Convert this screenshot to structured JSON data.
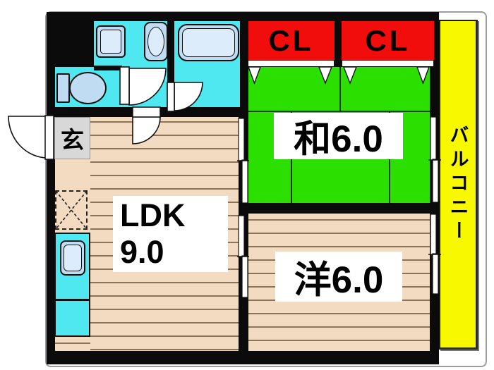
{
  "floorplan": {
    "rooms": {
      "japanese_room": {
        "label": "和6.0",
        "size_tatami": 6.0,
        "type": "tatami room"
      },
      "western_room": {
        "label": "洋6.0",
        "size_tatami": 6.0,
        "type": "western room"
      },
      "ldk": {
        "label_line1": "LDK",
        "label_line2": "9.0",
        "size_tatami": 9.0,
        "type": "living dining kitchen"
      },
      "entrance": {
        "label": "玄"
      },
      "balcony": {
        "label": "バルコニー"
      },
      "closets": [
        {
          "label": "CL"
        },
        {
          "label": "CL"
        }
      ]
    },
    "fixtures": [
      "toilet",
      "bathtub",
      "washbasin",
      "washing-machine-pan",
      "kitchen-sink",
      "refrigerator-space"
    ],
    "colors": {
      "wall": "#0b0b0b",
      "water_area": "#4fe8f0",
      "tatami": "#2bdf00",
      "wood_floor": "#f3dbc1",
      "closet": "#f20d0d",
      "balcony": "#f8f800",
      "fixture_fill": "#bfdcf2",
      "entrance_gray": "#d8d8d8"
    }
  }
}
